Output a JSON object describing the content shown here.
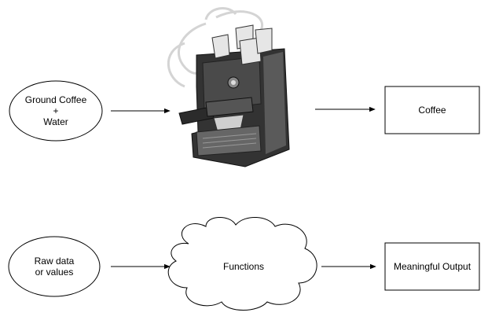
{
  "top_row": {
    "input_line1": "Ground Coffee",
    "input_line2": "+",
    "input_line3": "Water",
    "process_image": "espresso-machine",
    "output": "Coffee"
  },
  "bottom_row": {
    "input_line1": "Raw data",
    "input_line2": "or values",
    "process": "Functions",
    "output": "Meaningful Output"
  },
  "colors": {
    "stroke": "#000000",
    "machine_body": "#3b3b3b",
    "machine_light": "#cfcfcf",
    "steam": "#d9d9d9"
  }
}
